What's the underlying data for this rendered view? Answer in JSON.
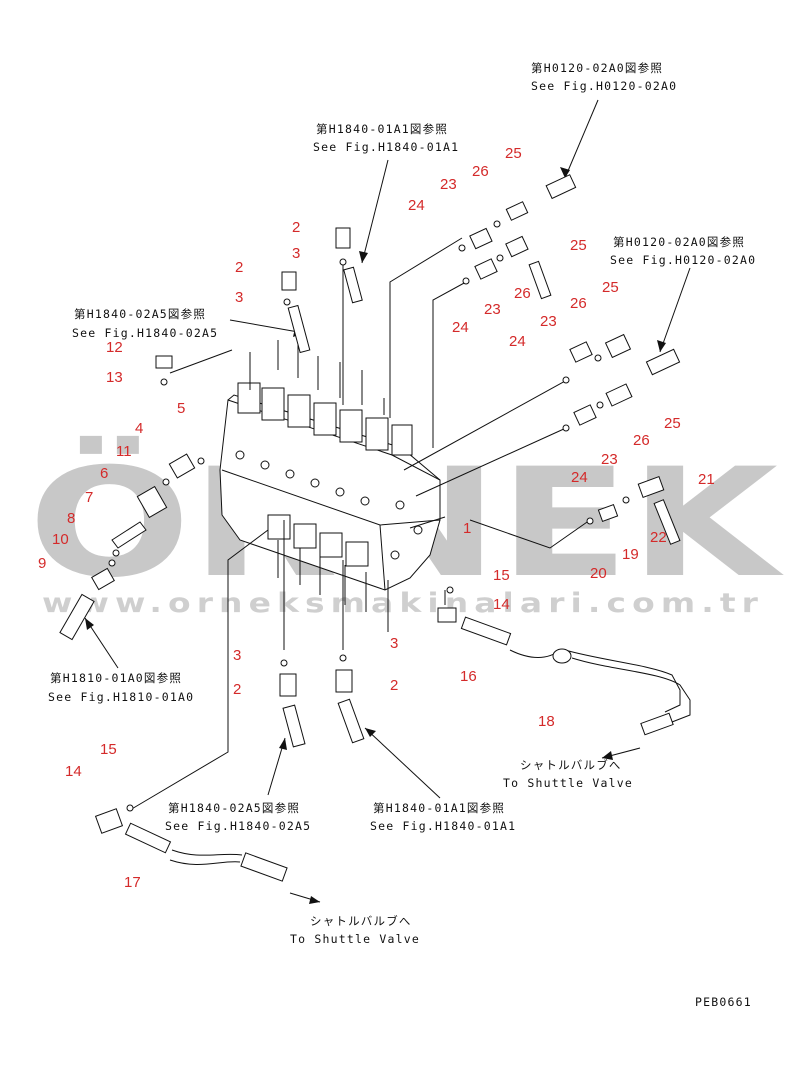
{
  "watermark": {
    "brand": "ÖRNEK",
    "url": "www.orneksmakinalari.com.tr"
  },
  "drawing_code": "PEB0661",
  "references": {
    "h0120_top": {
      "jp": "第H0120-02A0図参照",
      "en": "See Fig.H0120-02A0"
    },
    "h0120_right": {
      "jp": "第H0120-02A0図参照",
      "en": "See Fig.H0120-02A0"
    },
    "h1840_01a1_top": {
      "jp": "第H1840-01A1図参照",
      "en": "See Fig.H1840-01A1"
    },
    "h1840_02a5_left": {
      "jp": "第H1840-02A5図参照",
      "en": "See Fig.H1840-02A5"
    },
    "h1810": {
      "jp": "第H1810-01A0図参照",
      "en": "See Fig.H1810-01A0"
    },
    "h1840_02a5_bottom": {
      "jp": "第H1840-02A5図参照",
      "en": "See Fig.H1840-02A5"
    },
    "h1840_01a1_bottom": {
      "jp": "第H1840-01A1図参照",
      "en": "See Fig.H1840-01A1"
    },
    "shuttle_right": {
      "jp": "シャトルバルブへ",
      "en": "To Shuttle Valve"
    },
    "shuttle_bottom": {
      "jp": "シャトルバルブへ",
      "en": "To Shuttle Valve"
    }
  },
  "callouts": {
    "c1": "1",
    "c2a": "2",
    "c2b": "2",
    "c2c": "2",
    "c2d": "2",
    "c3a": "3",
    "c3b": "3",
    "c3c": "3",
    "c3d": "3",
    "c4": "4",
    "c5": "5",
    "c6": "6",
    "c7": "7",
    "c8": "8",
    "c9": "9",
    "c10": "10",
    "c11": "11",
    "c12": "12",
    "c13": "13",
    "c14a": "14",
    "c14b": "14",
    "c15a": "15",
    "c15b": "15",
    "c16": "16",
    "c17": "17",
    "c18": "18",
    "c19": "19",
    "c20": "20",
    "c21": "21",
    "c22": "22",
    "c23a": "23",
    "c23b": "23",
    "c23c": "23",
    "c23d": "23",
    "c24a": "24",
    "c24b": "24",
    "c24c": "24",
    "c24d": "24",
    "c25a": "25",
    "c25b": "25",
    "c25c": "25",
    "c25d": "25",
    "c26a": "26",
    "c26b": "26",
    "c26c": "26",
    "c26d": "26"
  }
}
